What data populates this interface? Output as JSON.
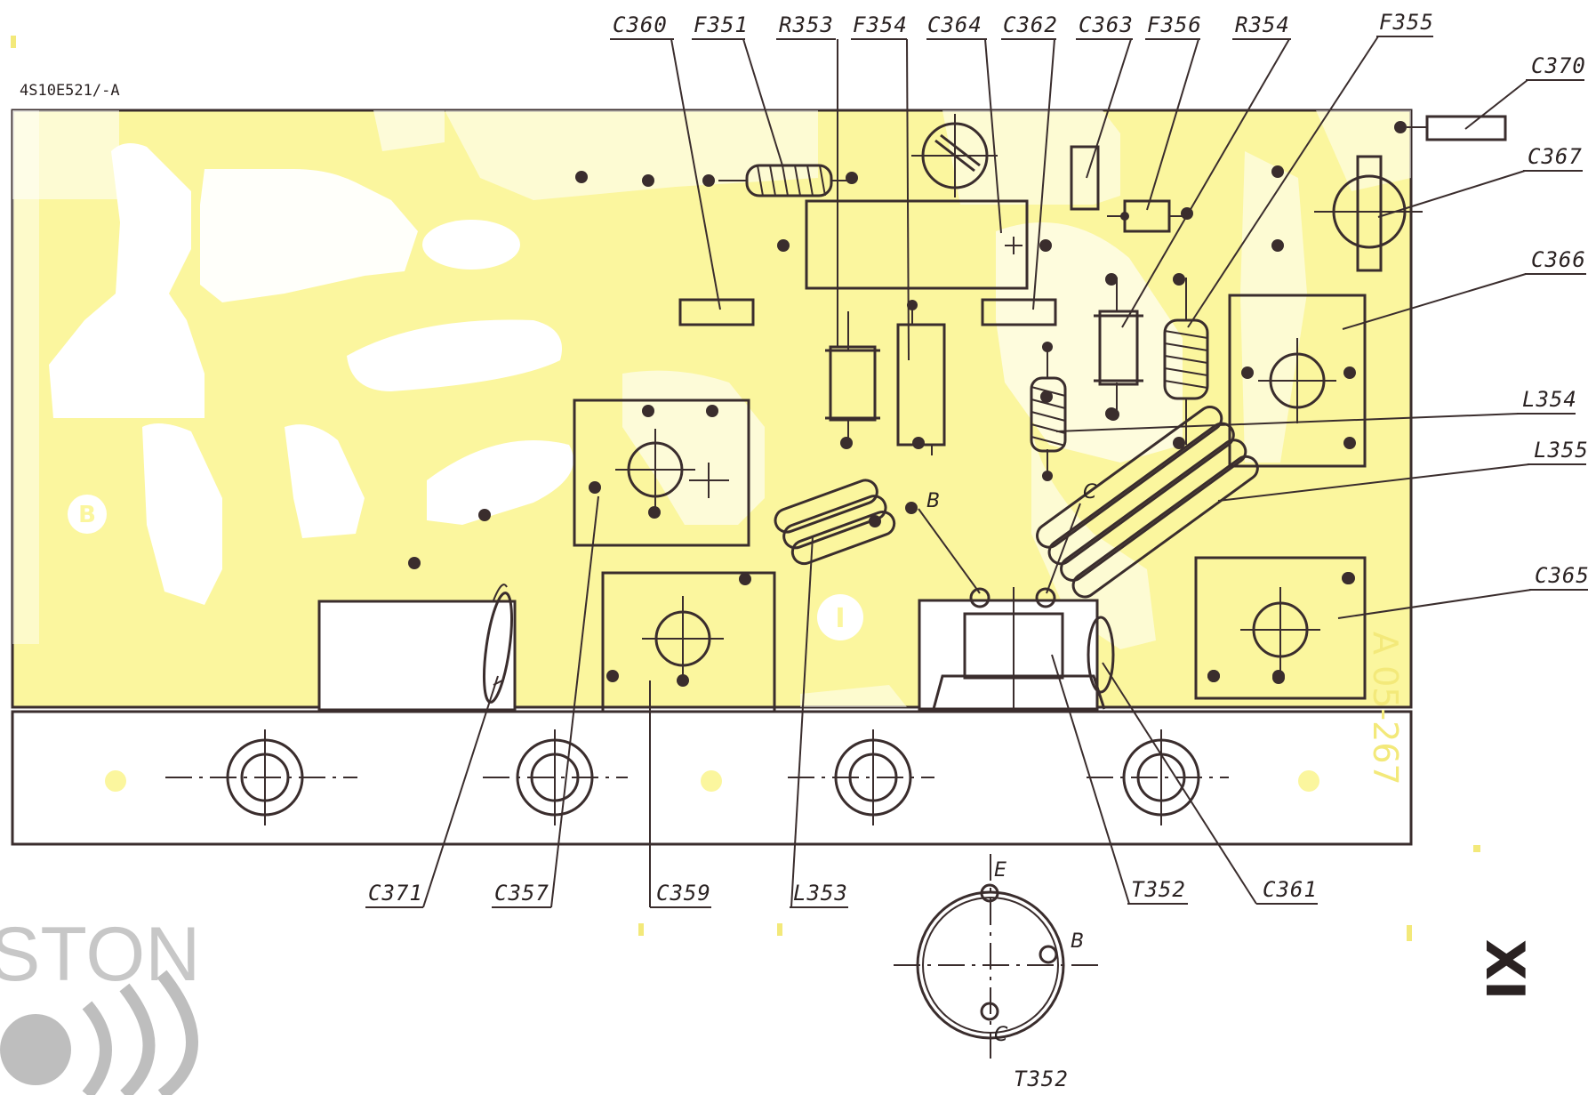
{
  "board_code": "4S10E521/-A",
  "board_stamp": "A 05-267",
  "sheet_mark": "XI",
  "watermark": "STON",
  "board_markings": {
    "b": "B",
    "i": "I"
  },
  "colors": {
    "board": "#fbf69e",
    "ink": "#3a2d2d",
    "trace": "#ffffff",
    "stamp": "#f3e97a"
  },
  "top_labels": [
    "C360",
    "F351",
    "R353",
    "F354",
    "C364",
    "C362",
    "C363",
    "F356",
    "R354",
    "F355"
  ],
  "right_labels": [
    "C370",
    "C367",
    "C366",
    "L354",
    "L355",
    "C365"
  ],
  "bottom_labels": [
    "C371",
    "C357",
    "C359",
    "L353",
    "T352",
    "C361"
  ],
  "transistor_pins": {
    "b": "B",
    "c": "C"
  },
  "pinout": {
    "title": "T352",
    "e": "E",
    "b": "B",
    "c": "C"
  }
}
